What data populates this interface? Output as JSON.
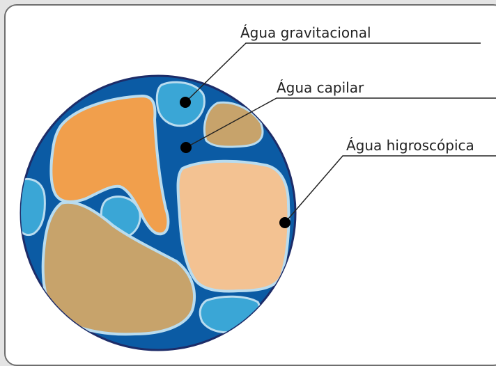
{
  "labels": {
    "gravitational": "Água gravitacional",
    "capillary": "Água capilar",
    "hygroscopic": "Água higroscópica"
  },
  "colors": {
    "circle_border": "#1d2c68",
    "water_dark": "#0b5ba4",
    "water_light": "#3aa6d6",
    "film": "#b9dcef",
    "particle_orange": "#f19f4c",
    "particle_tan": "#c7a36b",
    "particle_peach": "#f3c292",
    "frame_border": "#6e6e6e",
    "leader_line": "#222222"
  }
}
